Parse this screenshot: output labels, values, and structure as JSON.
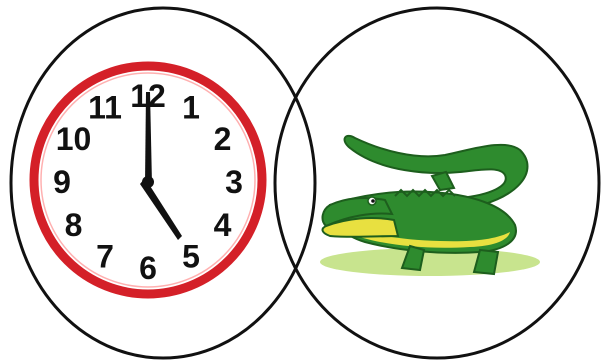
{
  "diagram": {
    "outline_color": "#111111",
    "sets": [
      {
        "content": "clock-icon"
      },
      {
        "content": "crocodile-icon"
      }
    ]
  },
  "clock": {
    "rim_color": "#d42028",
    "face_color": "#ffffff",
    "hands_color": "#111111",
    "time_shown": "5:00",
    "numbers": [
      "12",
      "1",
      "2",
      "3",
      "4",
      "5",
      "6",
      "7",
      "8",
      "9",
      "10",
      "11"
    ]
  },
  "crocodile": {
    "body_color": "#2e8b2e",
    "belly_color": "#e8e040",
    "ground_color": "#9acd32"
  }
}
